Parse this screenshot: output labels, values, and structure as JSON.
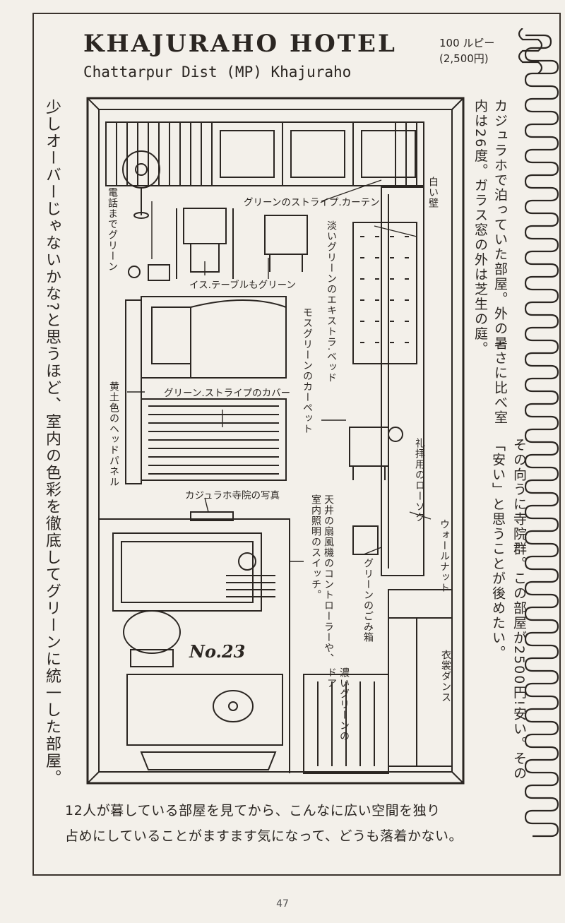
{
  "header": {
    "title": "KHAJURAHO HOTEL",
    "subtitle": "Chattarpur Dist (MP) Khajuraho",
    "price_line1": "100 ルピー",
    "price_line2": "(2,500円)"
  },
  "left_column": "少しオーバーじゃないかな?と思うほど、室内の色彩を徹底してグリーンに統一した部屋。",
  "right_column": {
    "text1": "カジュラホで泊っていた部屋。外の暑さに比べ室内は26度。ガラス窓の外は芝生の庭。",
    "text2": "その向うに寺院群。この部屋が2500円!安い。その「安い」と思うことが後めたい。"
  },
  "labels": {
    "curtain": "グリーンのストライプ.カーテン",
    "white_wall": "白い壁",
    "phone": "電話までグリーン",
    "chair_table": "イス.テーブルもグリーン",
    "extra_bed": "淡いグリーンのエキストラ.ベッド",
    "carpet": "モスグリーンのカーペット",
    "cover": "グリーン.ストライプのカバー",
    "headboard": "黄土色のヘッドパネル",
    "temple_photo": "カジュラホ寺院の写真",
    "candle": "礼拝用のローソク",
    "walnut": "ウォールナット",
    "fan_switch": "天井の扇風機のコントローラーや、室内照明のスイッチ。",
    "trash": "グリーンのごみ箱",
    "wardrobe": "衣裳ダンス",
    "door": "濃いグリーンのドア",
    "room_no": "No.23"
  },
  "bottom_text": {
    "line1": "12人が暮している部屋を見てから、こんなに広い空間を独り",
    "line2": "占めにしていることがますます気になって、どうも落着かない。"
  },
  "page_number": "47"
}
